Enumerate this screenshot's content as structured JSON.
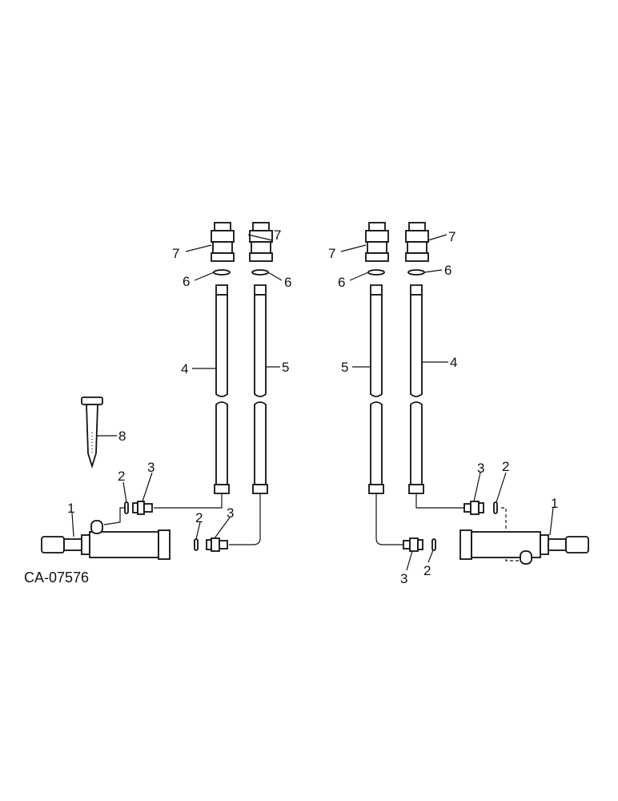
{
  "drawing": {
    "code": "CA-07576",
    "callouts": {
      "c1": "1",
      "c2": "2",
      "c3": "3",
      "c4": "4",
      "c5": "5",
      "c6": "6",
      "c7": "7",
      "c8": "8"
    }
  }
}
